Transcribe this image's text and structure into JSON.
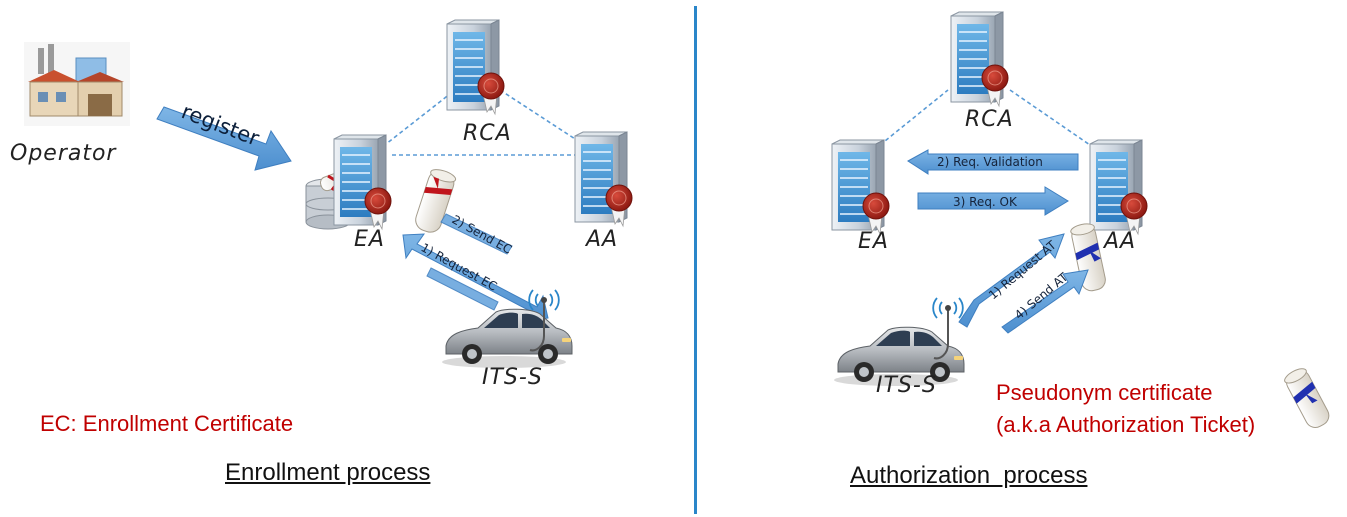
{
  "enrollment": {
    "operator_label": "Operator",
    "register_label": "register",
    "rca_label": "RCA",
    "ea_label": "EA",
    "aa_label": "AA",
    "its_label": "ITS-S",
    "step_send": "2) Send EC",
    "step_request": "1) Request EC",
    "legend": "EC: Enrollment Certificate",
    "caption": "Enrollment process"
  },
  "authorization": {
    "rca_label": "RCA",
    "ea_label": "EA",
    "aa_label": "AA",
    "its_label": "ITS-S",
    "step_validation": "2) Req. Validation",
    "step_ok": "3) Req. OK",
    "step_request": "1) Request AT",
    "step_send": "4) Send AT",
    "legend_line1": "Pseudonym certificate",
    "legend_line2": "(a.k.a Authorization Ticket)",
    "caption": "Authorization  process"
  },
  "colors": {
    "divider": "#2a86c9",
    "arrow": "#5b9bd5",
    "legend_text": "#c00000",
    "ribbon_enrollment": "#c0141c",
    "ribbon_authorization": "#2030b0"
  }
}
